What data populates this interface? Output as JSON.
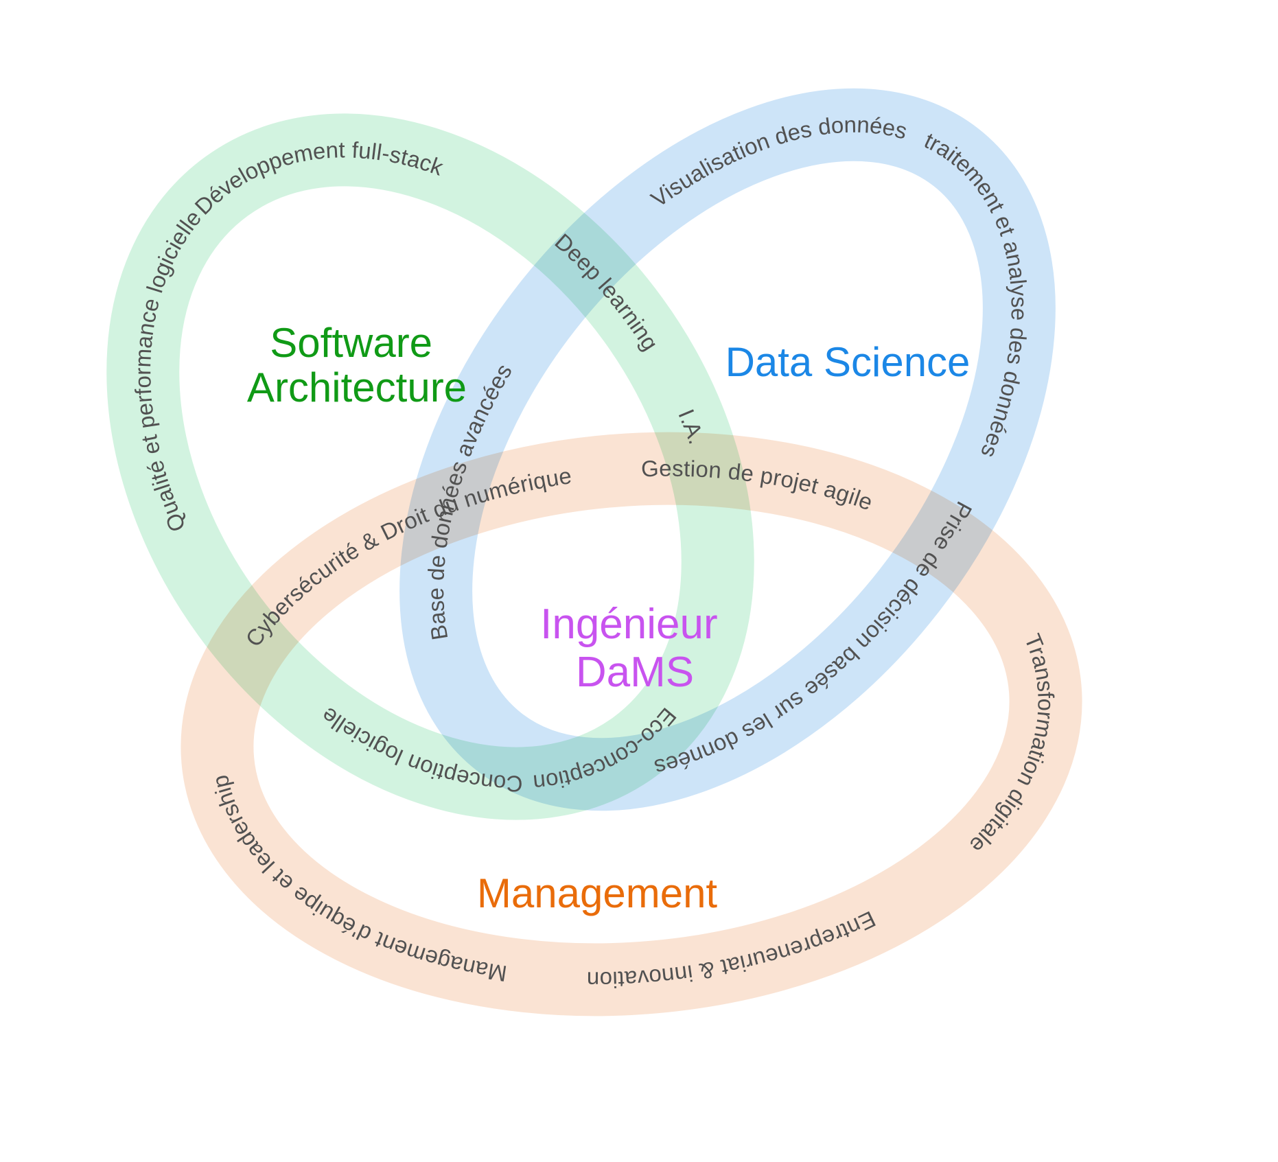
{
  "diagram": {
    "background_color": "#ffffff",
    "topic_text_color": "#515151",
    "center_label": {
      "lines": [
        "Ingénieur",
        "DaMS"
      ],
      "color": "#c853ef"
    },
    "rings": [
      {
        "name": "Software Architecture",
        "title_lines": [
          "Software",
          "Architecture"
        ],
        "title_color": "#109a16",
        "band_color": "#d2f3e0",
        "topics": [
          "Qualité et performance logicielle",
          "Développement full-stack",
          "Deep learning",
          "I.A.",
          "Eco-conception",
          "Conception logicielle"
        ]
      },
      {
        "name": "Data Science",
        "title_lines": [
          "Data Science"
        ],
        "title_color": "#1b87e6",
        "band_color": "#cde4f8",
        "topics": [
          "Visualisation des données",
          "traitement et analyse des données",
          "Prise de décision basée sur les données",
          "Base de données avancées"
        ]
      },
      {
        "name": "Management",
        "title_lines": [
          "Management"
        ],
        "title_color": "#e96c0a",
        "band_color": "#fae3d3",
        "topics": [
          "Gestion de projet agile",
          "Transformation digitale",
          "Entrepreneuriat & innovation",
          "Management d'équipe et leadership",
          "Cybersécurité & Droit du numérique"
        ]
      }
    ]
  }
}
